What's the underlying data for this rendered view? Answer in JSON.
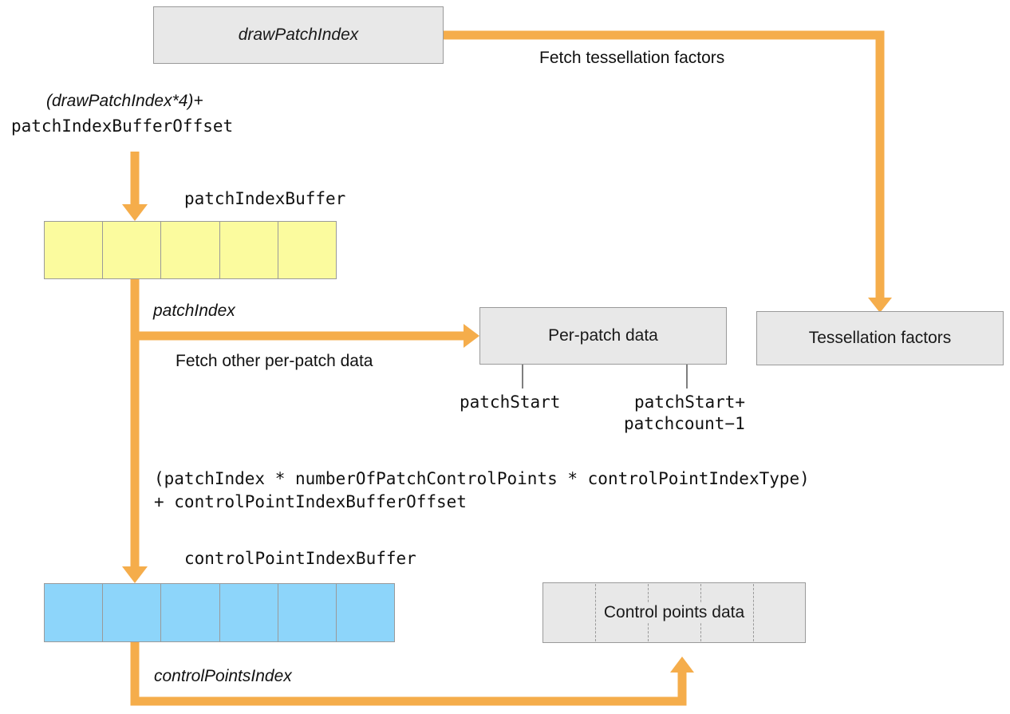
{
  "diagram": {
    "title": "Tessellation patch index and control point index buffer flow",
    "colors": {
      "arrow": "#f5ad4b",
      "box_fill": "#e8e8e8",
      "box_stroke": "#9a9a9a",
      "patch_index_buffer_fill": "#fbfb9e",
      "control_point_index_buffer_fill": "#8dd5fa",
      "text": "#111111"
    }
  },
  "boxes": {
    "draw_patch_index": {
      "label": "drawPatchIndex",
      "style": "italic"
    },
    "per_patch_data": {
      "label": "Per-patch data",
      "style": "regular"
    },
    "tessellation_factors": {
      "label": "Tessellation factors",
      "style": "regular"
    },
    "control_points_data": {
      "label": "Control points data",
      "style": "regular",
      "dashed_dividers": 4
    }
  },
  "buffers": {
    "patch_index_buffer": {
      "title": "patchIndexBuffer",
      "cells": 5,
      "color": "#fbfb9e"
    },
    "control_point_index_buffer": {
      "title": "controlPointIndexBuffer",
      "cells": 6,
      "color": "#8dd5fa"
    }
  },
  "labels": {
    "fetch_tessellation_factors": "Fetch tessellation factors",
    "patch_index_offset_line1": "(drawPatchIndex*4)+",
    "patch_index_offset_line2": "patchIndexBufferOffset",
    "patch_index": "patchIndex",
    "fetch_other_per_patch_data": "Fetch other per-patch data",
    "patch_start": "patchStart",
    "patch_end_line1": "patchStart+",
    "patch_end_line2": "patchcount−1",
    "control_point_formula_line1": "(patchIndex * numberOfPatchControlPoints * controlPointIndexType)",
    "control_point_formula_line2": "+ controlPointIndexBufferOffset",
    "control_points_index": "controlPointsIndex"
  }
}
